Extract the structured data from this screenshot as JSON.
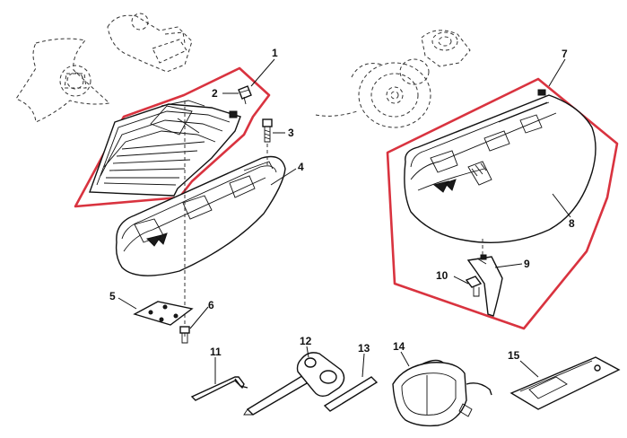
{
  "diagram": {
    "highlight_color": "#d9333f",
    "line_color": "#111111",
    "callouts": [
      {
        "id": "p1",
        "label": "1"
      },
      {
        "id": "p2",
        "label": "2"
      },
      {
        "id": "p3",
        "label": "3"
      },
      {
        "id": "p4",
        "label": "4"
      },
      {
        "id": "p5",
        "label": "5"
      },
      {
        "id": "p6",
        "label": "6"
      },
      {
        "id": "p7",
        "label": "7"
      },
      {
        "id": "p8",
        "label": "8"
      },
      {
        "id": "p9",
        "label": "9"
      },
      {
        "id": "p10",
        "label": "10"
      },
      {
        "id": "p11",
        "label": "11"
      },
      {
        "id": "p12",
        "label": "12"
      },
      {
        "id": "p13",
        "label": "13"
      },
      {
        "id": "p14",
        "label": "14"
      },
      {
        "id": "p15",
        "label": "15"
      }
    ]
  }
}
